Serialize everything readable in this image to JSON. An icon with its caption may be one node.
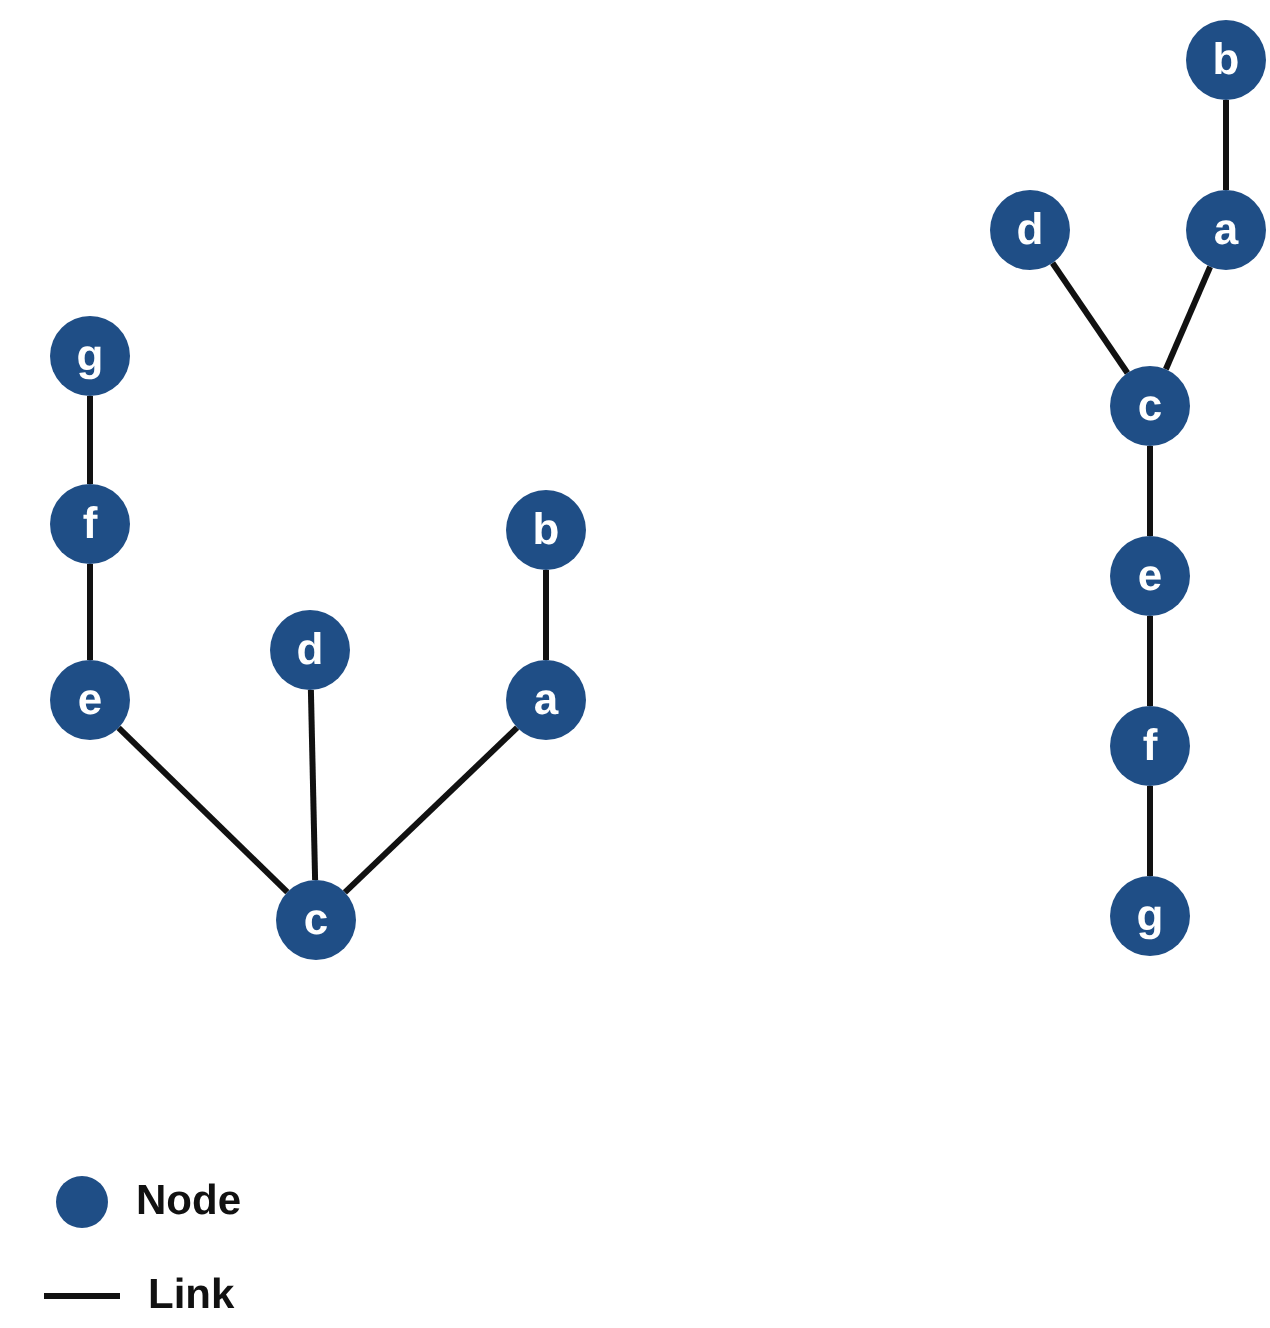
{
  "diagram": {
    "nodes": [
      {
        "text": [
          "g"
        ]
      },
      {
        "text": [
          "f"
        ]
      },
      {
        "text": [
          "e"
        ]
      },
      {
        "text": [
          "d"
        ]
      },
      {
        "text": [
          "b"
        ]
      },
      {
        "text": [
          "a"
        ]
      },
      {
        "text": [
          "c"
        ]
      },
      {
        "text": [
          "b"
        ]
      },
      {
        "text": [
          "d"
        ]
      },
      {
        "text": [
          "a"
        ]
      },
      {
        "text": [
          "c"
        ]
      },
      {
        "text": [
          "e"
        ]
      },
      {
        "text": [
          "f"
        ]
      },
      {
        "text": [
          "g"
        ]
      }
    ],
    "edges": [
      {
        "from": 0,
        "to": 1,
        "arrow": "none"
      },
      {
        "from": 1,
        "to": 2,
        "arrow": "none"
      },
      {
        "from": 2,
        "to": 6,
        "arrow": "none"
      },
      {
        "from": 3,
        "to": 6,
        "arrow": "none"
      },
      {
        "from": 5,
        "to": 6,
        "arrow": "none"
      },
      {
        "from": 4,
        "to": 5,
        "arrow": "none"
      },
      {
        "from": 7,
        "to": 9,
        "arrow": "none"
      },
      {
        "from": 9,
        "to": 10,
        "arrow": "none"
      },
      {
        "from": 8,
        "to": 10,
        "arrow": "none"
      },
      {
        "from": 10,
        "to": 11,
        "arrow": "none"
      },
      {
        "from": 11,
        "to": 12,
        "arrow": "none"
      },
      {
        "from": 12,
        "to": 13,
        "arrow": "none"
      }
    ],
    "legend": [
      {
        "text": "Node",
        "color": "#1f4e86"
      },
      {
        "text": "Link"
      }
    ]
  }
}
